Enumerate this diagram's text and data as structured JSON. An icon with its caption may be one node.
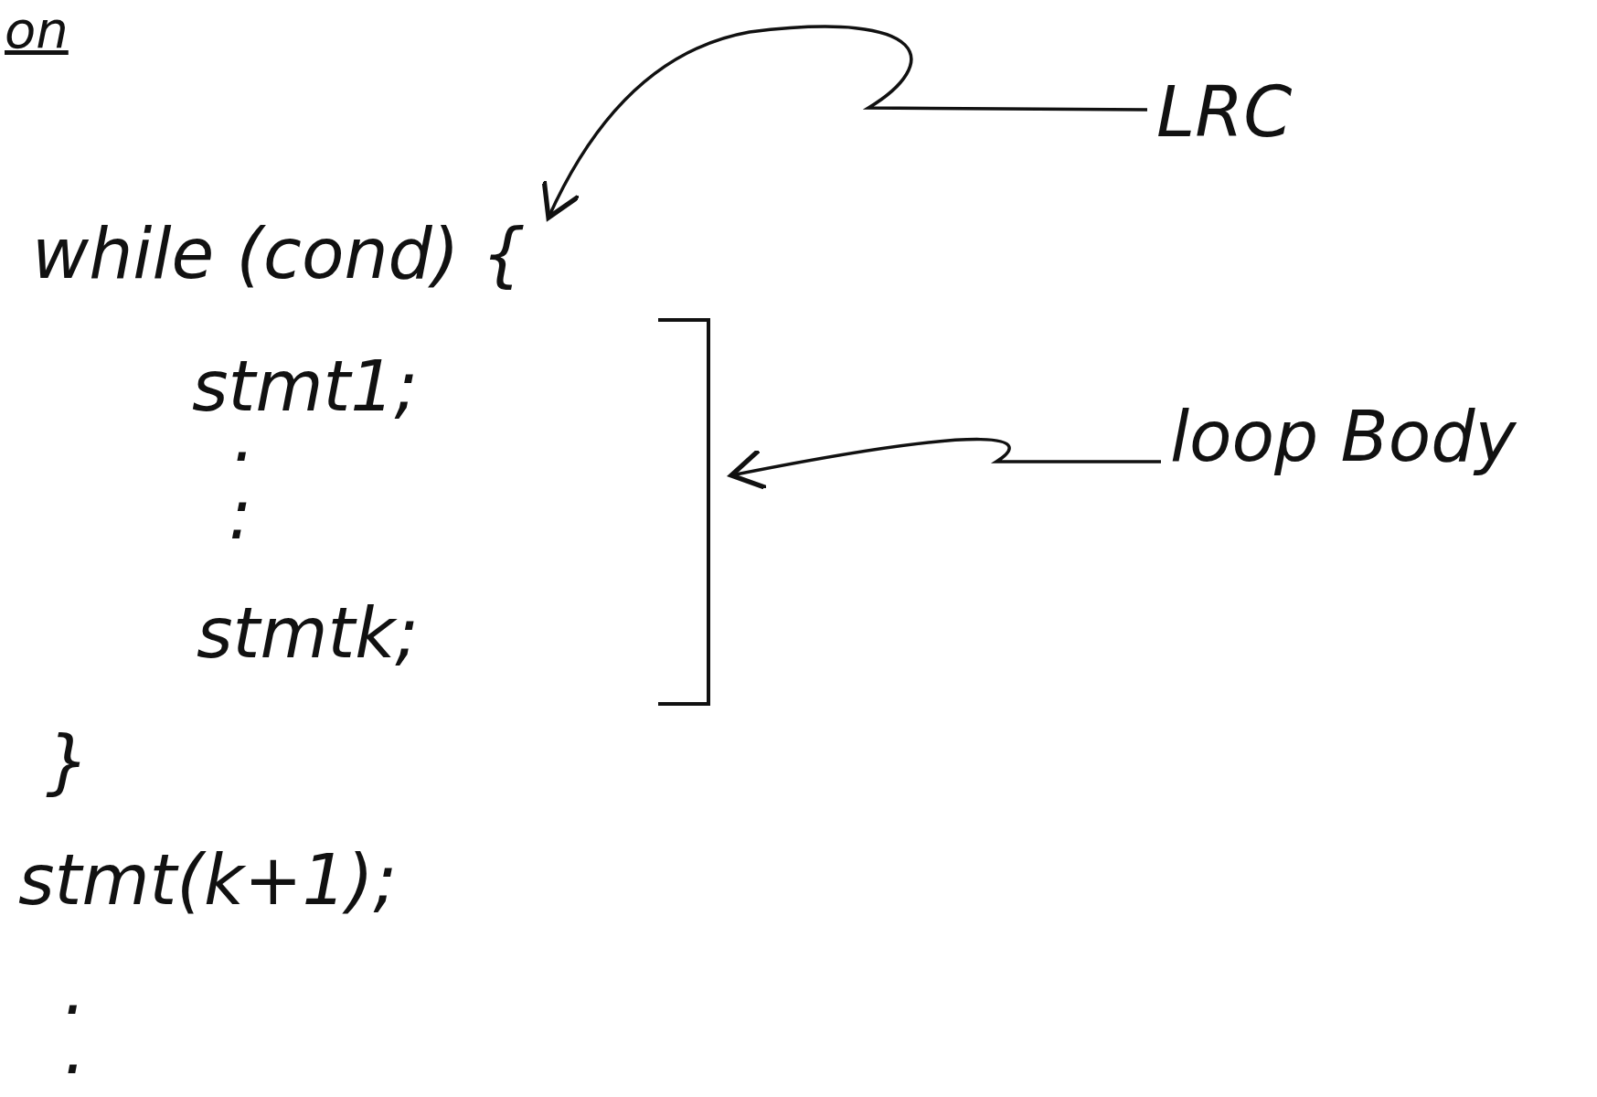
{
  "diagram": {
    "nodes": [
      {
        "text": [
          "LRC"
        ]
      },
      {
        "text": [
          "while (cond) {"
        ]
      },
      {
        "text": [
          "loop Body"
        ]
      },
      {
        "text": [],
        "shape": "bracket"
      }
    ],
    "edges": [
      {
        "from": 0,
        "to": 1,
        "arrow": "to"
      },
      {
        "from": 2,
        "to": 3,
        "arrow": "to"
      }
    ],
    "labels": [
      "on",
      "stmt1;",
      ".",
      ":",
      "stmtk;",
      "}",
      "stmt(k+1);",
      ".",
      "."
    ]
  }
}
